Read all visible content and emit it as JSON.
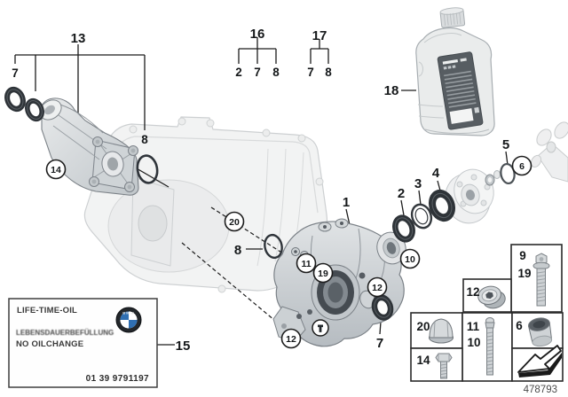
{
  "figure": {
    "doc_number": "478793"
  },
  "callouts": {
    "1": "1",
    "2": "2",
    "3": "3",
    "4": "4",
    "5": "5",
    "6": "6",
    "7": "7",
    "8": "8",
    "9": "9",
    "10": "10",
    "11": "11",
    "12": "12",
    "13": "13",
    "14": "14",
    "15": "15",
    "16": "16",
    "17": "17",
    "18": "18",
    "19": "19",
    "20": "20"
  },
  "bracket_groups": {
    "13": [
      "7",
      "8"
    ],
    "16": [
      "2",
      "7",
      "8"
    ],
    "17": [
      "7",
      "8"
    ]
  },
  "sticker": {
    "title": "LIFE-TIME-OIL",
    "blurred_text": "LEBENSDAUERBEFÜLLUNG",
    "no_oilchange": "NO OILCHANGE",
    "part_number": "01 39 9791197",
    "logo_text": "BMW"
  },
  "icons": {
    "bmw_logo": "bmw-roundel",
    "direction_arrow": "arrow-down-left",
    "circled_symbol": "mini-bolt"
  },
  "colors": {
    "line": "#1c1c1c",
    "part_stroke": "#7b8187",
    "seal_dark": "#2e3338",
    "ghost": "#cdd0d2",
    "bmw_blue": "#2f6fb2",
    "label_panel": "#575d62"
  }
}
